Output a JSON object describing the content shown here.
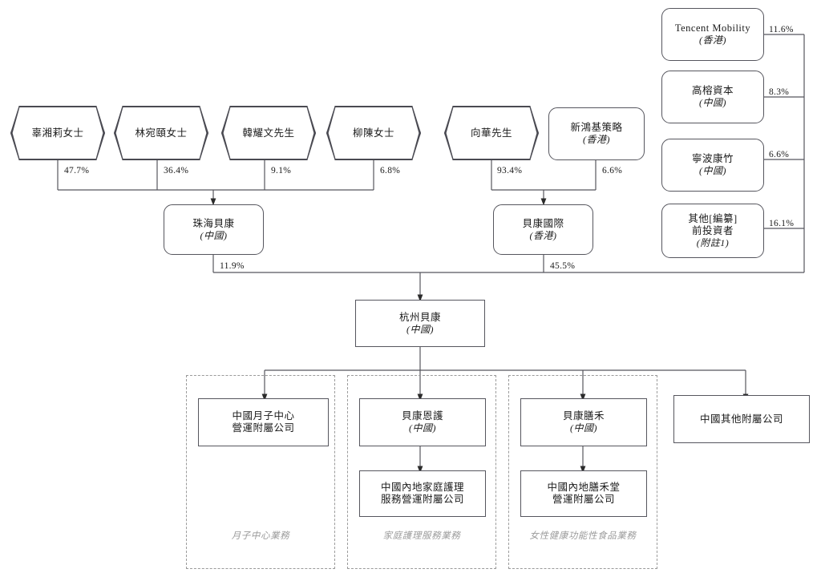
{
  "diagram": {
    "title": "Shareholding and corporate structure chart",
    "stroke_color": "#56565e",
    "dashed_group_color": "#9a9a9a",
    "caption_color": "#9b9b9b"
  },
  "shareholders_left": [
    {
      "name": "辜湘莉女士",
      "pct": "47.7%"
    },
    {
      "name": "林宛頤女士",
      "pct": "36.4%"
    },
    {
      "name": "韓耀文先生",
      "pct": "9.1%"
    },
    {
      "name": "柳陳女士",
      "pct": "6.8%"
    }
  ],
  "shareholders_right": [
    {
      "name": "向華先生",
      "jurisdiction": "",
      "pct": "93.4%"
    },
    {
      "name": "新鴻基策略",
      "jurisdiction": "(香港)",
      "pct": "6.6%"
    }
  ],
  "investors": [
    {
      "name": "Tencent Mobility",
      "jurisdiction": "(香港)",
      "note": "",
      "pct": "11.6%"
    },
    {
      "name": "高榕資本",
      "jurisdiction": "(中國)",
      "note": "",
      "pct": "8.3%"
    },
    {
      "name": "寧波康竹",
      "jurisdiction": "(中國)",
      "note": "",
      "pct": "6.6%"
    },
    {
      "name": "其他[編纂]",
      "jurisdiction": "前投資者",
      "note": "(附註1)",
      "pct": "16.1%"
    }
  ],
  "holdings": [
    {
      "name": "珠海貝康",
      "jurisdiction": "(中國)",
      "pct": "11.9%"
    },
    {
      "name": "貝康國際",
      "jurisdiction": "(香港)",
      "pct": "45.5%"
    }
  ],
  "central": {
    "name": "杭州貝康",
    "jurisdiction": "(中國)"
  },
  "subsidiaries": [
    {
      "name_line1": "中國月子中心",
      "name_line2": "營運附屬公司",
      "jurisdiction": ""
    },
    {
      "name_line1": "貝康恩護",
      "name_line2": "",
      "jurisdiction": "(中國)"
    },
    {
      "name_line1": "貝康膳禾",
      "name_line2": "",
      "jurisdiction": "(中國)"
    },
    {
      "name_line1": "中國其他附屬公司",
      "name_line2": "",
      "jurisdiction": ""
    }
  ],
  "sub_subsidiaries": [
    {
      "name_line1": "中國內地家庭護理",
      "name_line2": "服務營運附屬公司"
    },
    {
      "name_line1": "中國內地膳禾堂",
      "name_line2": "營運附屬公司"
    }
  ],
  "segments": [
    {
      "caption": "月子中心業務"
    },
    {
      "caption": "家庭護理服務業務"
    },
    {
      "caption": "女性健康功能性食品業務"
    }
  ]
}
